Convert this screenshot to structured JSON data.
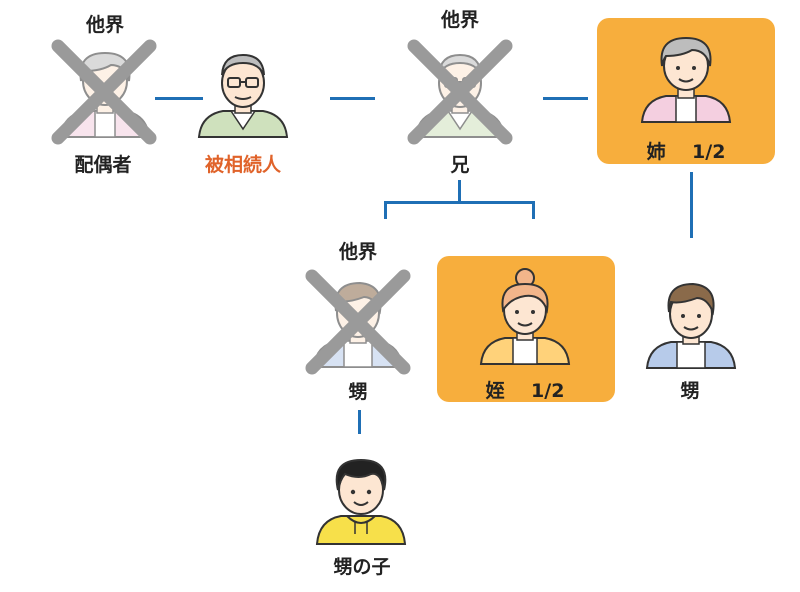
{
  "colors": {
    "line": "#1f6fb5",
    "heir_box": "#f7ae3d",
    "decedent_label": "#e0632a",
    "cross": "#9a9a9a"
  },
  "nodes": {
    "spouse": {
      "label": "配偶者",
      "status": "他界",
      "icon": "elderly-woman-icon"
    },
    "decedent": {
      "label": "被相続人",
      "icon": "elderly-man-glasses-icon"
    },
    "brother": {
      "label": "兄",
      "status": "他界",
      "icon": "elderly-man-glasses-icon"
    },
    "sister": {
      "label": "姉",
      "share": "1/2",
      "icon": "elderly-woman-icon"
    },
    "nephew1": {
      "label": "甥",
      "status": "他界",
      "icon": "young-man-icon"
    },
    "niece": {
      "label": "姪",
      "share": "1/2",
      "icon": "young-woman-bun-icon"
    },
    "nephew2": {
      "label": "甥",
      "icon": "young-man-icon"
    },
    "grandnephew": {
      "label": "甥の子",
      "icon": "boy-hoodie-icon"
    }
  }
}
